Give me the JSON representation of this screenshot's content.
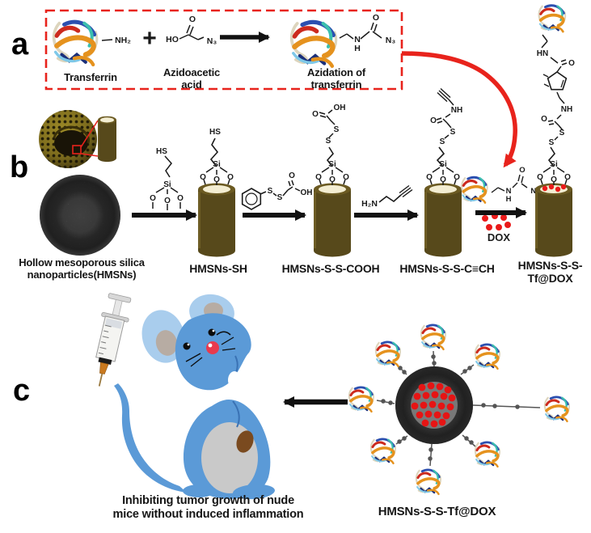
{
  "panel_letters": {
    "a": "a",
    "b": "b",
    "c": "c"
  },
  "atoms": {
    "hs": "HS",
    "si": "Si",
    "o": "O",
    "s": "S",
    "oh": "OH",
    "ho": "HO",
    "nh": "NH",
    "hn": "HN",
    "n": "N",
    "h": "H",
    "n3": "N₃",
    "nh2": "NH₂",
    "h2n": "H₂N",
    "plus": "+",
    "dox": "DOX"
  },
  "panel_a": {
    "transferrin": "Transferrin",
    "azidoacetic_line1": "Azidoacetic",
    "azidoacetic_line2": "acid",
    "azidation_line1": "Azidation of",
    "azidation_line2": "transferrin"
  },
  "panel_b": {
    "hmsns_line1": "Hollow mesoporous silica",
    "hmsns_line2": "nanoparticles(HMSNs)",
    "label_sh": "HMSNs-SH",
    "label_cooh": "HMSNs-S-S-COOH",
    "label_alkyne": "HMSNs-S-S-C≡CH",
    "label_tf_line1": "HMSNs-S-S-",
    "label_tf_line2": "Tf@DOX"
  },
  "panel_c": {
    "caption_line1": "Inhibiting tumor growth of nude",
    "caption_line2": "mice without induced inflammation",
    "particle_label": "HMSNs-S-S-Tf@DOX"
  },
  "colors": {
    "red_accent": "#e8231c",
    "cylinder_body": "#57491b",
    "cylinder_cap": "#f3edd2",
    "dox_red": "#ea1a1a",
    "mouse_body": "#5b9ad7",
    "mouse_ear": "#a9cded",
    "mouse_inner_ear": "#b7aca3",
    "mouse_belly": "#c9c9c9"
  }
}
